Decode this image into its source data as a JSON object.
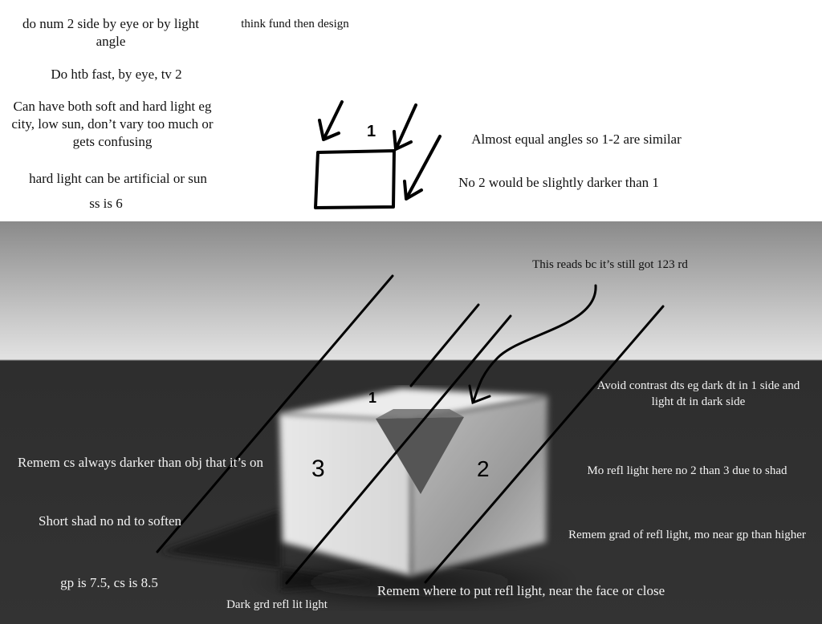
{
  "notes_top": {
    "n1": "do num 2 side by eye or by light angle",
    "n2": "think fund then design",
    "n3": "Do htb fast, by eye, tv 2",
    "n4": "Can have both soft and hard light eg city, low sun, don’t vary too much or gets confusing",
    "n5": "hard light can be artificial or sun",
    "n6": "ss is 6",
    "n7": "Almost equal angles so 1-2 are similar",
    "n8": "No 2 would be slightly darker than 1"
  },
  "notes_bottom": {
    "b1": "This reads bc it’s still got 123 rd",
    "b2": "Avoid contrast dts eg dark dt in 1 side and light dt in dark side",
    "b3": "Mo refl light here no 2 than 3 due to shad",
    "b4": "Remem grad of refl light, mo near gp than higher",
    "b5": "Remem cs always darker than obj that it’s on",
    "b6": "Short shad no nd to soften",
    "b7": "gp is 7.5, cs is 8.5",
    "b8": "Dark grd refl lit light",
    "b9": "Remem where to put refl light, near the face or close"
  },
  "labels": {
    "sketch_top": "1",
    "face_top": "1",
    "face_left": "3",
    "face_right": "2"
  }
}
